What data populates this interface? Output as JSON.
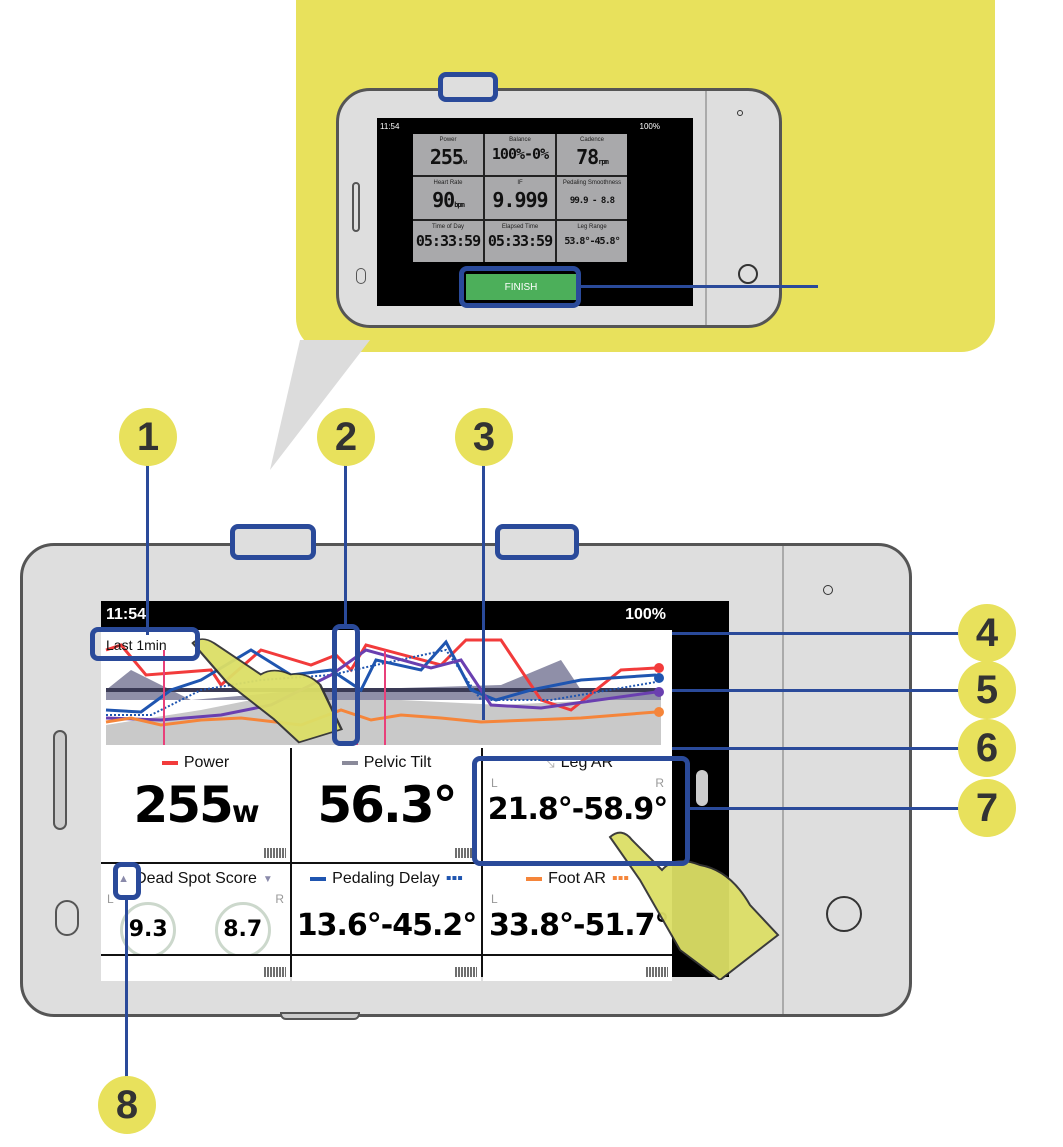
{
  "inset": {
    "status": {
      "time": "11:54",
      "battery": "100%"
    },
    "tiles": [
      {
        "label": "Power",
        "value": "255",
        "unit": "w"
      },
      {
        "label": "Balance",
        "value": "100%-0%"
      },
      {
        "label": "Cadence",
        "value": "78",
        "unit": "rpm"
      },
      {
        "label": "Heart Rate",
        "value": "90",
        "unit": "bpm"
      },
      {
        "label": "IF",
        "value": "9.999"
      },
      {
        "label": "Pedaling Smoothness",
        "value": "99.9 - 8.8"
      },
      {
        "label": "Time of Day",
        "value": "05:33:59"
      },
      {
        "label": "Elapsed Time",
        "value": "05:33:59"
      },
      {
        "label": "Leg Range",
        "value": "53.8°-45.8°"
      }
    ],
    "finish_label": "FINISH"
  },
  "main": {
    "status": {
      "time": "11:54",
      "battery": "100%"
    },
    "chart": {
      "range_label": "Last 1min"
    },
    "tiles": [
      {
        "label": "Power",
        "value": "255",
        "unit": "w",
        "color": "#f23b3b"
      },
      {
        "label": "Pelvic Tilt",
        "value": "56.3°",
        "color": "#8a8a9a"
      },
      {
        "label": "Leg AR",
        "value": "21.8°-58.9°",
        "left": "L",
        "right": "R"
      },
      {
        "label": "Dead Spot Score",
        "left_value": "9.3",
        "right_value": "8.7",
        "left": "L",
        "right": "R"
      },
      {
        "label": "Pedaling Delay",
        "value": "13.6°-45.2°",
        "color": "#1f55b0"
      },
      {
        "label": "Foot AR",
        "value": "33.8°-51.7°",
        "left": "L",
        "color": "#f5853a"
      }
    ]
  },
  "callouts": [
    "1",
    "2",
    "3",
    "4",
    "5",
    "6",
    "7",
    "8"
  ]
}
